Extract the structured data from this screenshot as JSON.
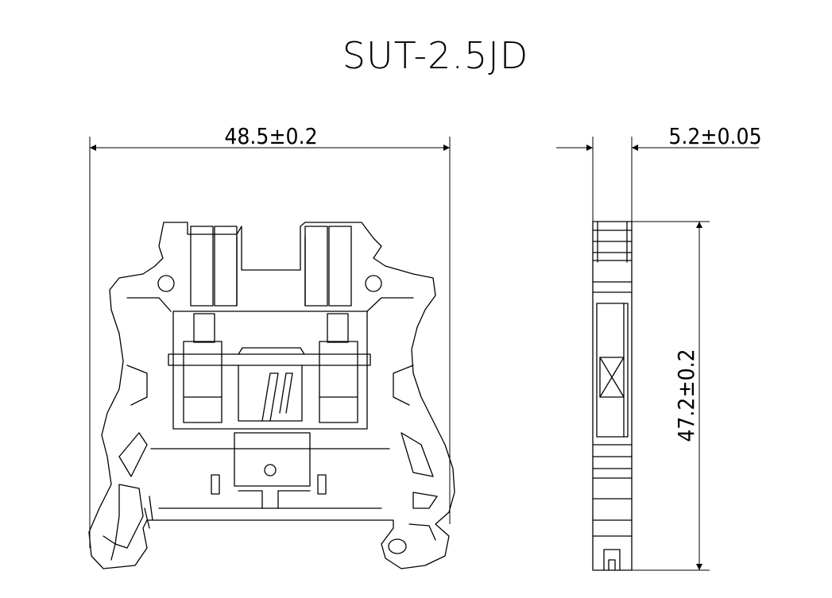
{
  "title": "SUT-2.5JD",
  "dimensions": {
    "width": "48.5±0.2",
    "thickness": "5.2±0.05",
    "height": "47.2±0.2"
  }
}
